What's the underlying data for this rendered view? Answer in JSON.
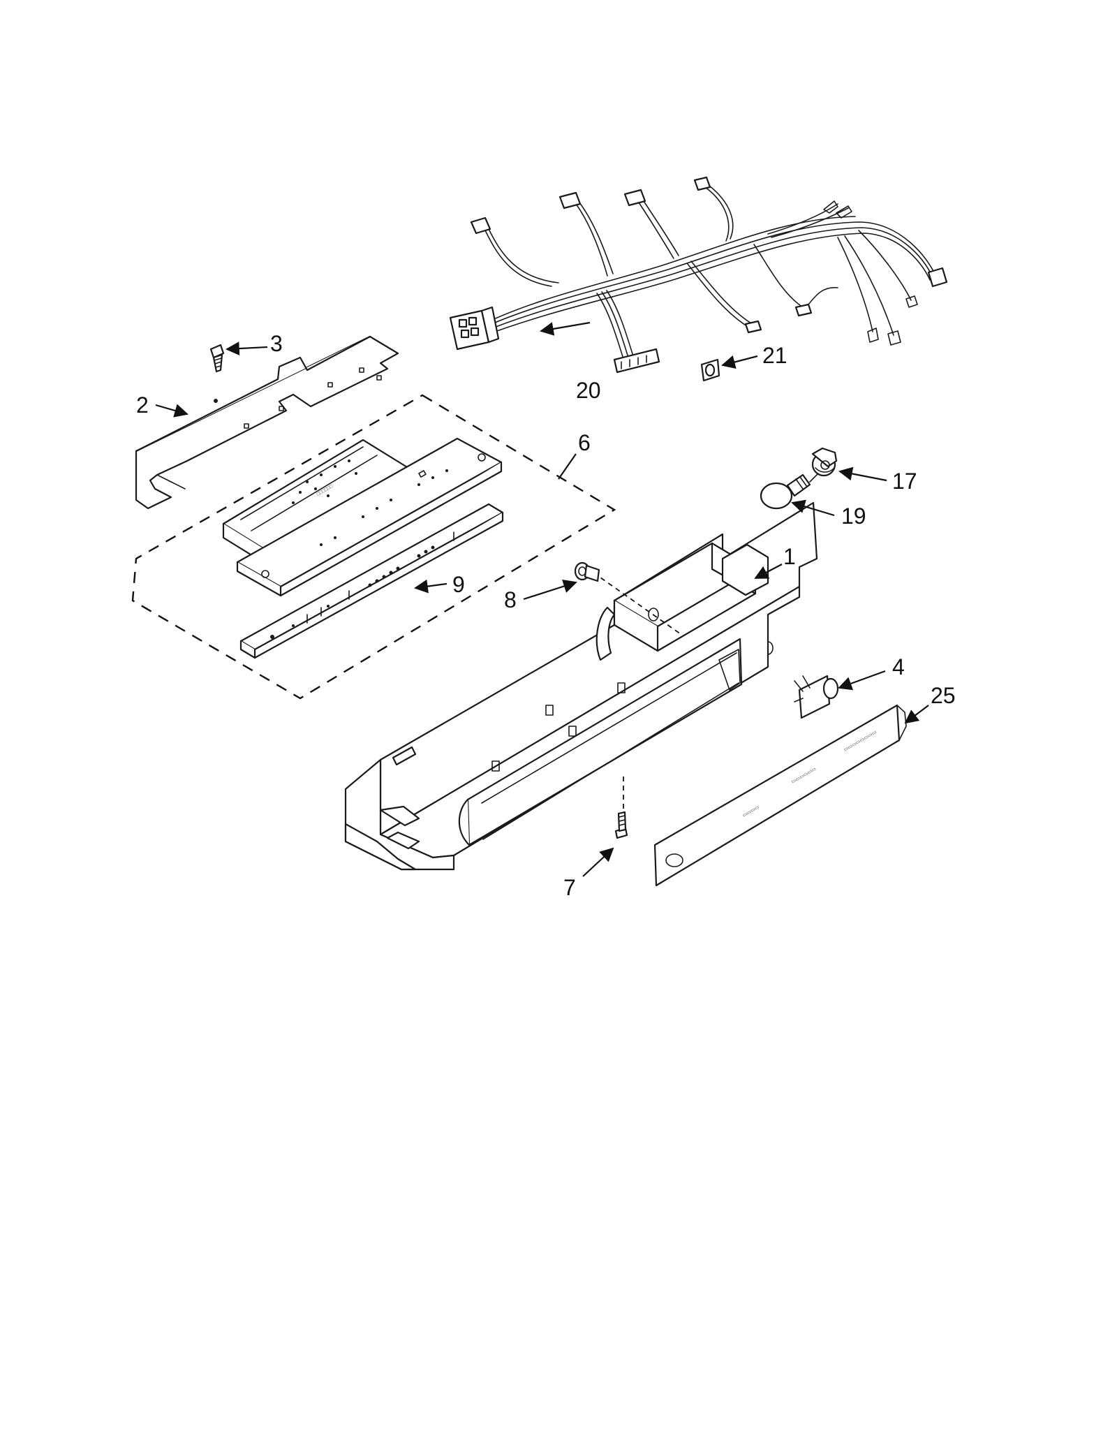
{
  "callouts": {
    "c1": "1",
    "c2": "2",
    "c3": "3",
    "c4": "4",
    "c6": "6",
    "c7": "7",
    "c8": "8",
    "c9": "9",
    "c17": "17",
    "c19": "19",
    "c20": "20",
    "c21": "21",
    "c25": "25"
  },
  "colors": {
    "ink": "#1a1a1a",
    "paper": "#ffffff"
  }
}
